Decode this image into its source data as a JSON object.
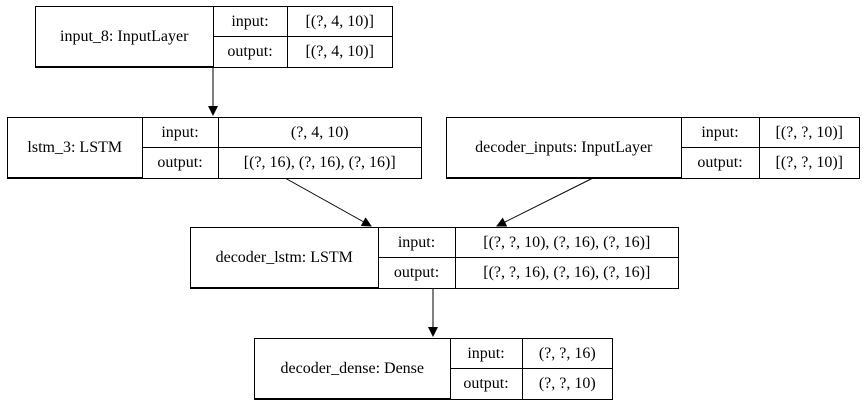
{
  "nodes": [
    {
      "name": "input_8: InputLayer",
      "input": "[(?, 4, 10)]",
      "output": "[(?, 4, 10)]"
    },
    {
      "name": "lstm_3: LSTM",
      "input": "(?, 4, 10)",
      "output": "[(?, 16), (?, 16), (?, 16)]"
    },
    {
      "name": "decoder_inputs: InputLayer",
      "input": "[(?, ?, 10)]",
      "output": "[(?, ?, 10)]"
    },
    {
      "name": "decoder_lstm: LSTM",
      "input": "[(?, ?, 10), (?, 16), (?, 16)]",
      "output": "[(?, ?, 16), (?, 16), (?, 16)]"
    },
    {
      "name": "decoder_dense: Dense",
      "input": "(?, ?, 16)",
      "output": "(?, ?, 10)"
    }
  ],
  "labels": {
    "input": "input:",
    "output": "output:"
  }
}
